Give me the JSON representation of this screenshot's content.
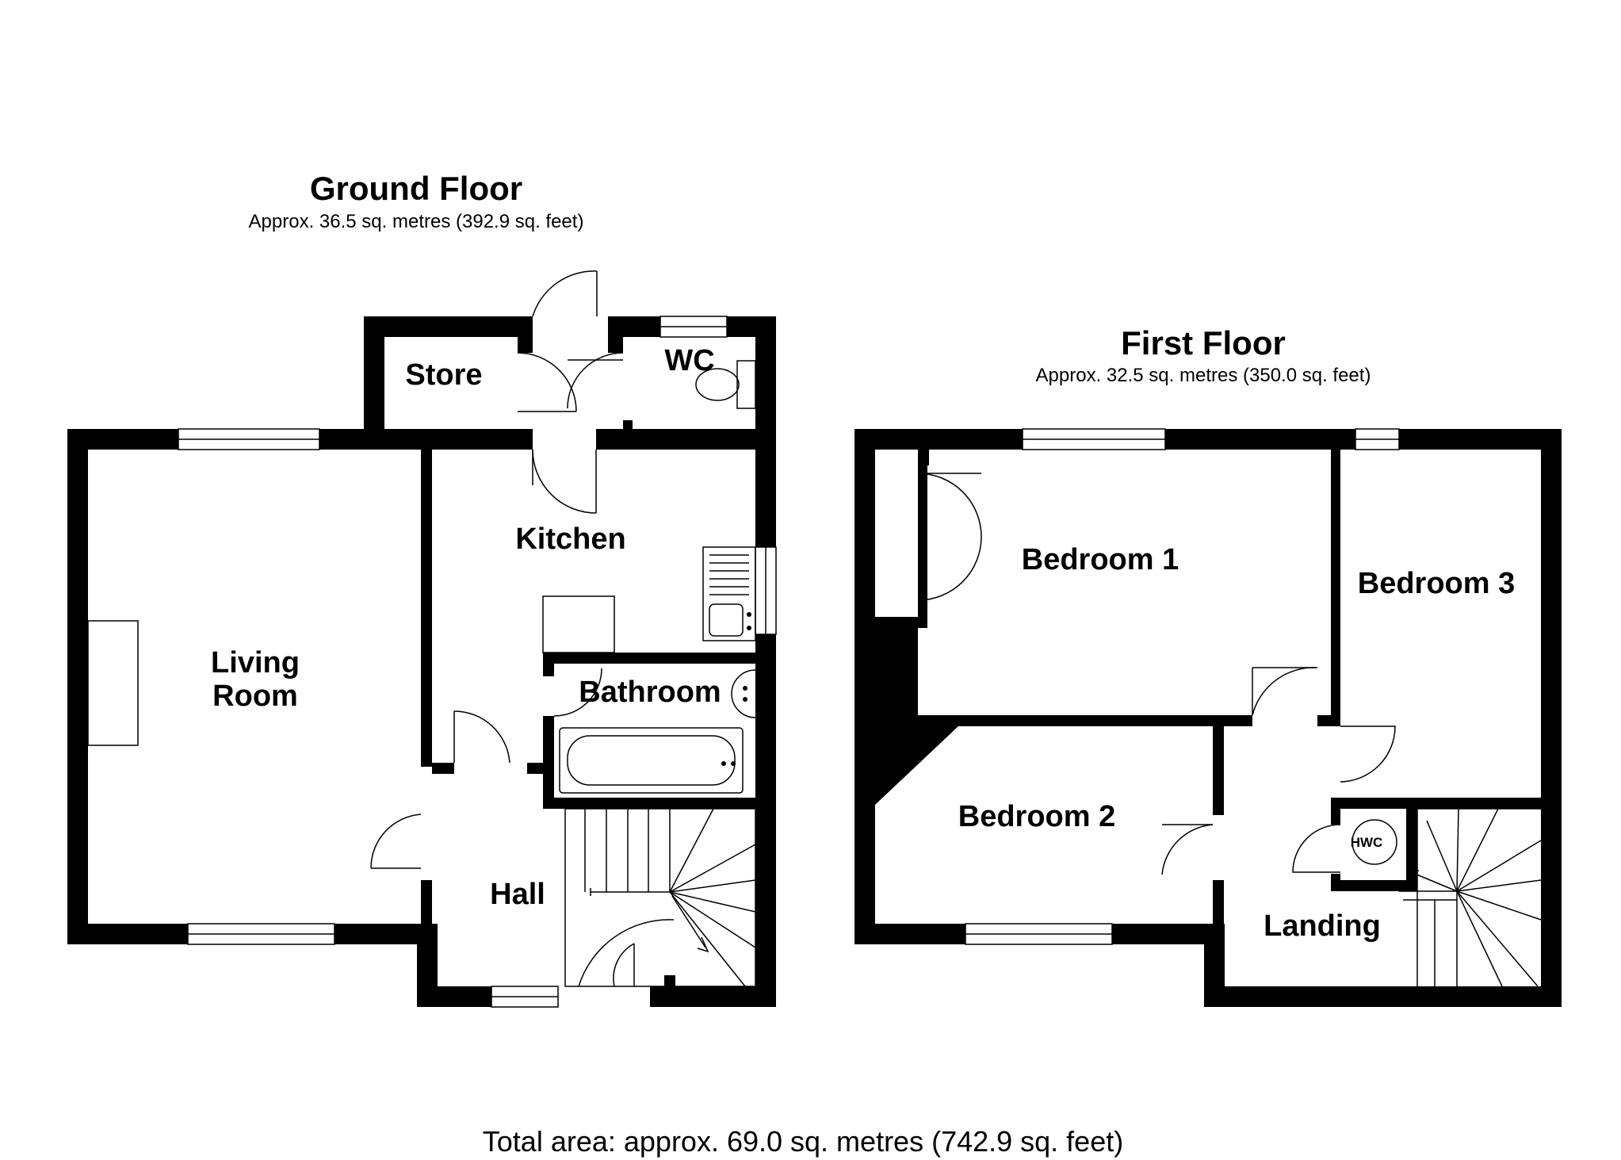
{
  "ground_floor": {
    "title": "Ground Floor",
    "area": "Approx. 36.5 sq. metres (392.9 sq. feet)",
    "rooms": {
      "store": "Store",
      "wc": "WC",
      "kitchen": "Kitchen",
      "living_room_line1": "Living",
      "living_room_line2": "Room",
      "bathroom": "Bathroom",
      "hall": "Hall"
    }
  },
  "first_floor": {
    "title": "First Floor",
    "area": "Approx. 32.5 sq. metres (350.0 sq. feet)",
    "rooms": {
      "bedroom1": "Bedroom 1",
      "bedroom2": "Bedroom 2",
      "bedroom3": "Bedroom 3",
      "landing": "Landing",
      "hwc": "HWC"
    }
  },
  "total_area": "Total area: approx. 69.0 sq. metres (742.9 sq. feet)"
}
